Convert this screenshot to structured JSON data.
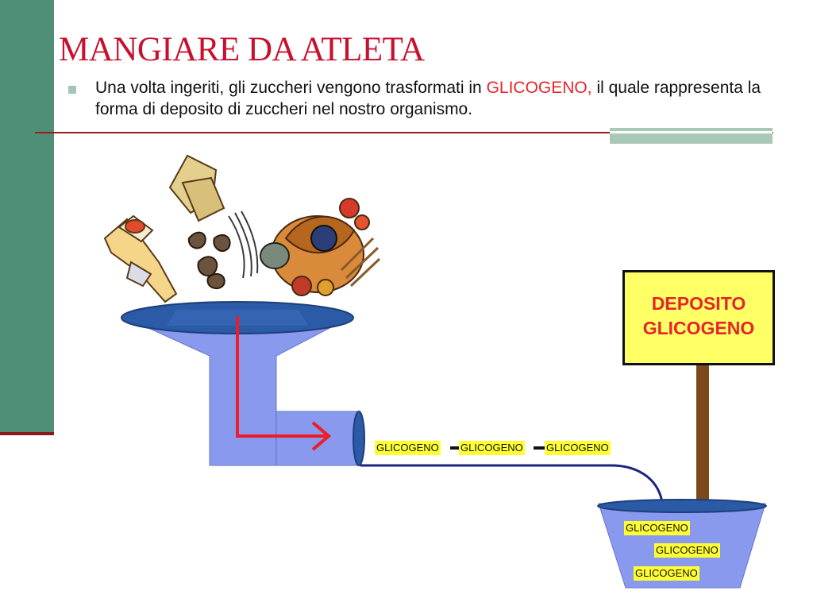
{
  "slide": {
    "title": "MANGIARE DA ATLETA",
    "bullet": {
      "text_before": "Una volta ingeriti, gli zuccheri vengono trasformati in ",
      "highlight": "GLICOGENO,",
      "text_after": " il quale rappresenta la forma di deposito di zuccheri nel nostro organismo."
    }
  },
  "diagram": {
    "chain": [
      "GLICOGENO",
      "GLICOGENO",
      "GLICOGENO"
    ],
    "sign": {
      "line1": "DEPOSITO",
      "line2": "GLICOGENO"
    },
    "deposit_items": [
      "GLICOGENO",
      "GLICOGENO",
      "GLICOGENO"
    ]
  },
  "colors": {
    "accent_bar": "#4f8f78",
    "title": "#c8102e",
    "highlight": "#e5262a",
    "funnel": "#8899ee",
    "chip": "#ffff33",
    "sign": "#ffff66",
    "pole": "#7a4a1a"
  }
}
